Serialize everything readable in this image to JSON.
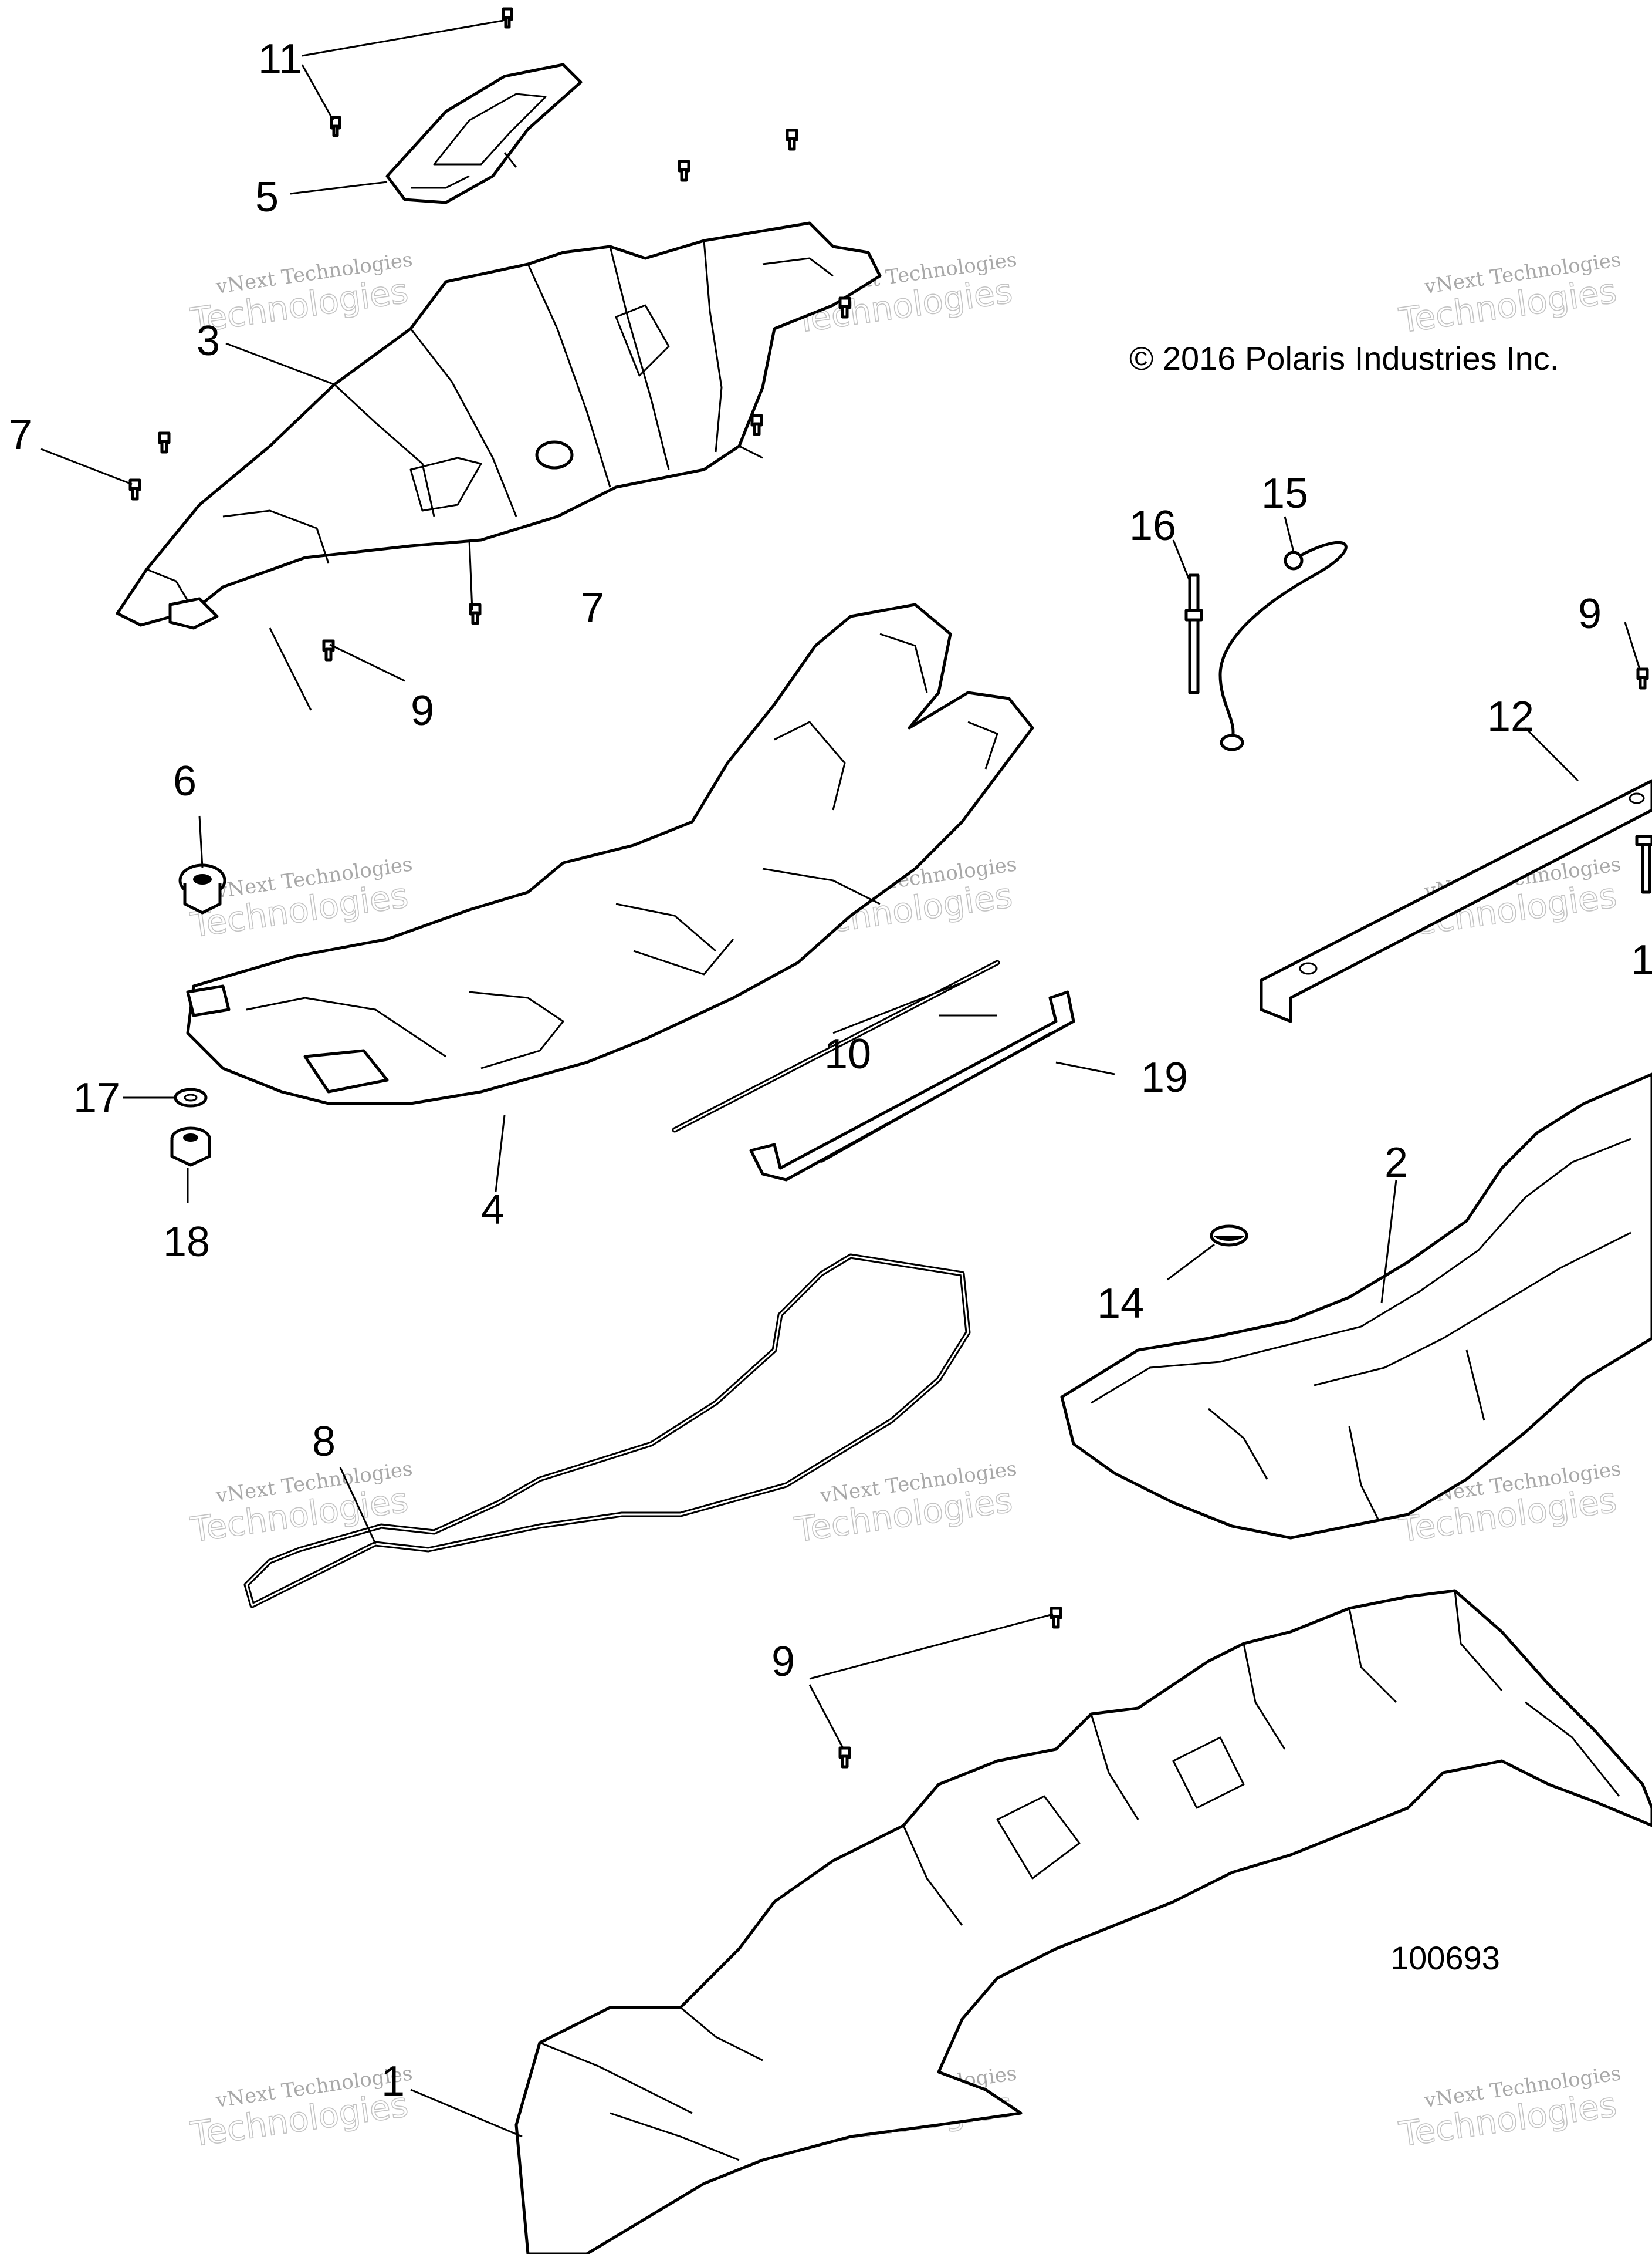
{
  "copyright": "© 2016 Polaris Industries Inc.",
  "document_number": "100693",
  "watermark": {
    "line1": "vNext Technologies",
    "line2": "Technologies"
  },
  "callouts": {
    "c1": "1",
    "c2": "2",
    "c3": "3",
    "c4": "4",
    "c5": "5",
    "c6": "6",
    "c7a": "7",
    "c7b": "7",
    "c8": "8",
    "c9a": "9",
    "c9b": "9",
    "c9c": "9",
    "c10": "10",
    "c11": "11",
    "c12": "12",
    "c13": "1",
    "c14": "14",
    "c15": "15",
    "c16": "16",
    "c17": "17",
    "c18": "18",
    "c19": "19"
  }
}
